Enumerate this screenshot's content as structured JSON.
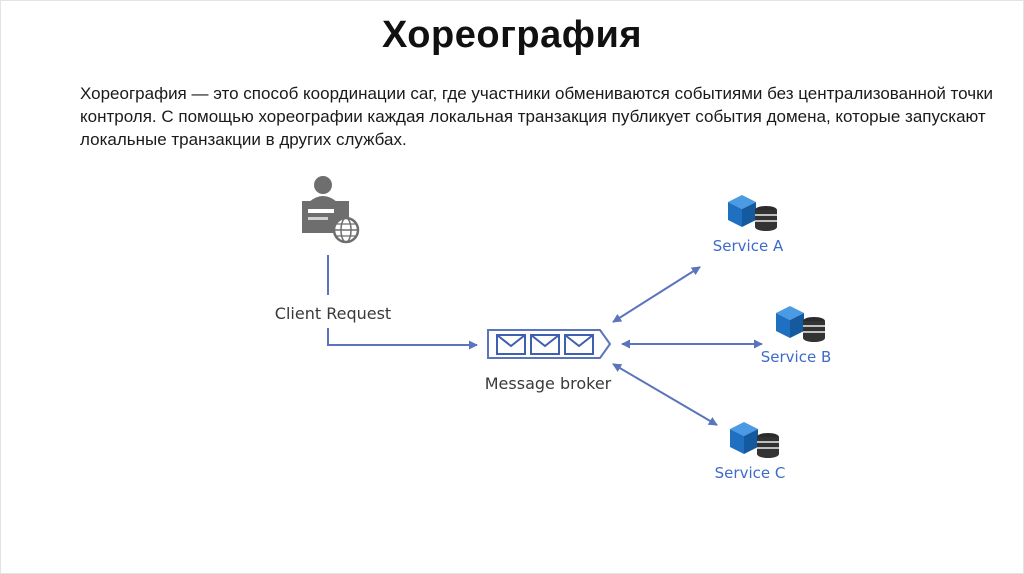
{
  "slide": {
    "title": "Хореография",
    "description": "Хореография — это способ координации саг, где участники обмениваются событиями без централизованной точки контроля. С помощью хореографии каждая локальная транзакция публикует события домена, которые запускают локальные транзакции в других службах."
  },
  "diagram": {
    "client_label": "Client Request",
    "broker_label": "Message broker",
    "services": [
      {
        "label": "Service A"
      },
      {
        "label": "Service B"
      },
      {
        "label": "Service C"
      }
    ],
    "colors": {
      "arrow": "#5a74bd",
      "service_text": "#3e6bc7",
      "cube": "#1f70c1",
      "cylinder": "#3a3a3a",
      "client_icon": "#6e6e6e"
    },
    "icons": {
      "client": "client-terminal-icon",
      "broker": "message-queue-icon",
      "service": "service-database-icon"
    }
  }
}
